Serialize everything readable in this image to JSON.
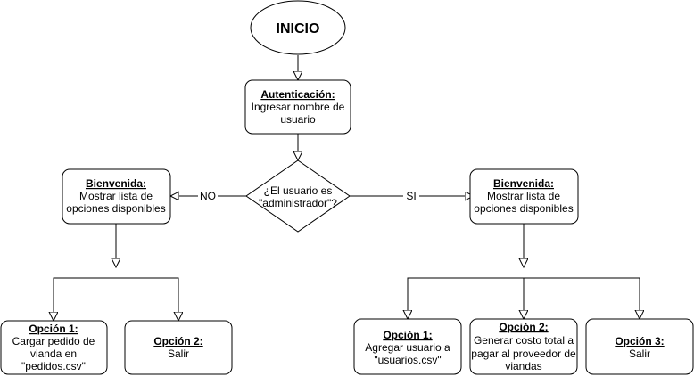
{
  "colors": {
    "stroke": "#000000",
    "fill": "#ffffff",
    "text": "#000000"
  },
  "start": {
    "label": "INICIO"
  },
  "auth": {
    "title": "Autenticación:",
    "line1": "Ingresar nombre de",
    "line2": "usuario"
  },
  "decision": {
    "line1": "¿El usuario es",
    "line2": "\"administrador\"?"
  },
  "edges": {
    "no": "NO",
    "yes": "SI"
  },
  "left": {
    "welcome": {
      "title": "Bienvenida:",
      "line1": "Mostrar lista de",
      "line2": "opciones disponibles"
    },
    "options": [
      {
        "title": "Opción 1:",
        "lines": [
          "Cargar pedido de",
          "vianda en",
          "\"pedidos.csv\""
        ]
      },
      {
        "title": "Opción 2:",
        "lines": [
          "Salir"
        ]
      }
    ]
  },
  "right": {
    "welcome": {
      "title": "Bienvenida:",
      "line1": "Mostrar lista de",
      "line2": "opciones disponibles"
    },
    "options": [
      {
        "title": "Opción 1:",
        "lines": [
          "Agregar usuario a",
          "\"usuarios.csv\""
        ]
      },
      {
        "title": "Opción 2:",
        "lines": [
          "Generar costo total a",
          "pagar al proveedor de",
          "viandas"
        ]
      },
      {
        "title": "Opción 3:",
        "lines": [
          "Salir"
        ]
      }
    ]
  }
}
